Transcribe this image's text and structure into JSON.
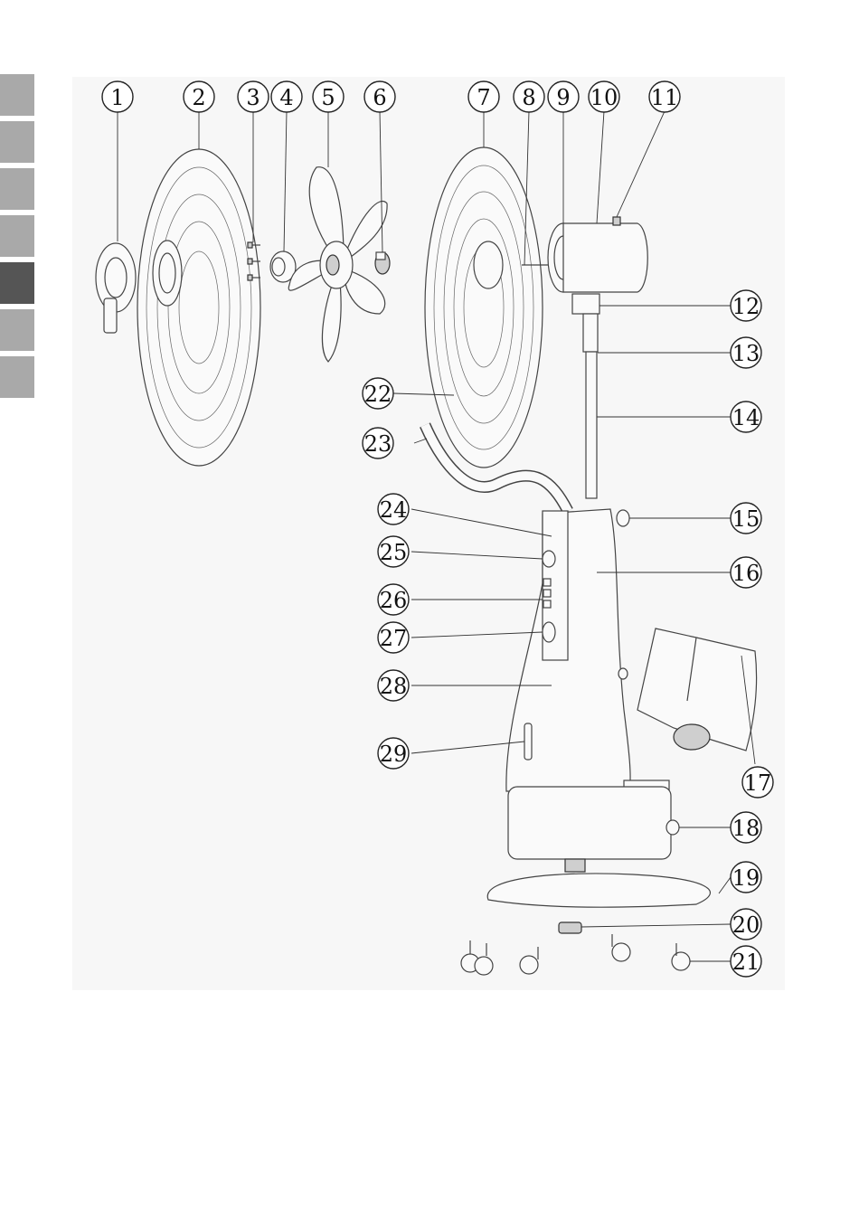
{
  "side_tabs": [
    {
      "id": "tab-1",
      "active": false
    },
    {
      "id": "tab-2",
      "active": false
    },
    {
      "id": "tab-3",
      "active": false
    },
    {
      "id": "tab-4",
      "active": false
    },
    {
      "id": "tab-5",
      "active": true
    },
    {
      "id": "tab-6",
      "active": false
    },
    {
      "id": "tab-7",
      "active": false
    }
  ],
  "diagram": {
    "callouts": [
      "1",
      "2",
      "3",
      "4",
      "5",
      "6",
      "7",
      "8",
      "9",
      "10",
      "11",
      "12",
      "13",
      "14",
      "15",
      "16",
      "17",
      "18",
      "19",
      "20",
      "21",
      "22",
      "23",
      "24",
      "25",
      "26",
      "27",
      "28",
      "29"
    ]
  },
  "colors": {
    "active_tab": "#555555",
    "inactive_tab": "#a9a9a9",
    "panel_bg": "#f7f7f7"
  }
}
